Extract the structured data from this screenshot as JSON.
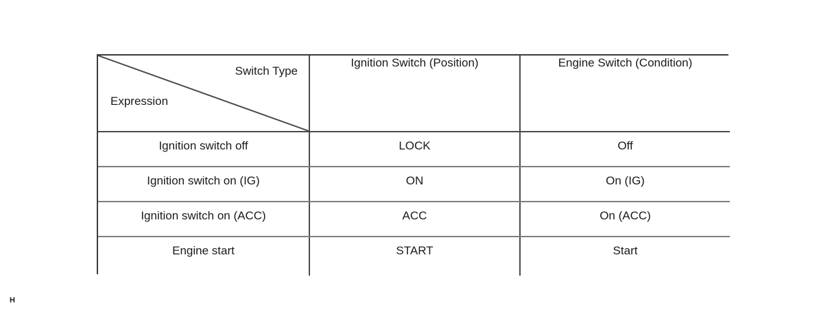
{
  "table": {
    "corner": {
      "column_axis_label": "Switch Type",
      "row_axis_label": "Expression"
    },
    "columns": [
      "Ignition Switch (Position)",
      "Engine Switch (Condition)"
    ],
    "rows": [
      {
        "expression": "Ignition switch off",
        "ignition_switch_position": "LOCK",
        "engine_switch_condition": "Off"
      },
      {
        "expression": "Ignition switch on (IG)",
        "ignition_switch_position": "ON",
        "engine_switch_condition": "On (IG)"
      },
      {
        "expression": "Ignition switch on (ACC)",
        "ignition_switch_position": "ACC",
        "engine_switch_condition": "On (ACC)"
      },
      {
        "expression": "Engine start",
        "ignition_switch_position": "START",
        "engine_switch_condition": "Start"
      }
    ]
  },
  "footer": {
    "mark": "H"
  },
  "colors": {
    "outer_border": "#3a3a3a",
    "column_border": "#4a4a4a",
    "row_border": "#7d7d7d",
    "text": "#1a1a1a",
    "background": "#ffffff"
  }
}
